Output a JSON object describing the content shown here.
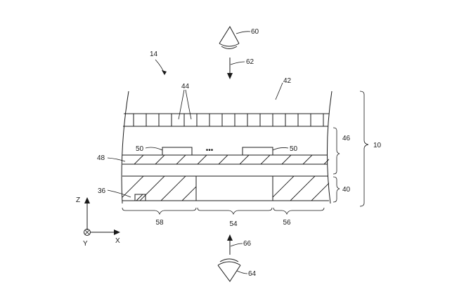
{
  "diagram": {
    "labels": {
      "device": "14",
      "stack": "10",
      "top_layer": "42",
      "pixel_row": "44",
      "display_layer": "46",
      "hatched_layer": "48",
      "components": "50",
      "components_right": "50",
      "bottom_layer": "40",
      "corner_component": "36",
      "region_left": "58",
      "region_middle": "54",
      "region_right": "56",
      "viewer_top": "60",
      "arrow_top": "62",
      "viewer_bottom": "64",
      "arrow_bottom": "66"
    },
    "ellipsis": "•••",
    "axes": {
      "z": "Z",
      "x": "X",
      "y": "Y"
    }
  }
}
